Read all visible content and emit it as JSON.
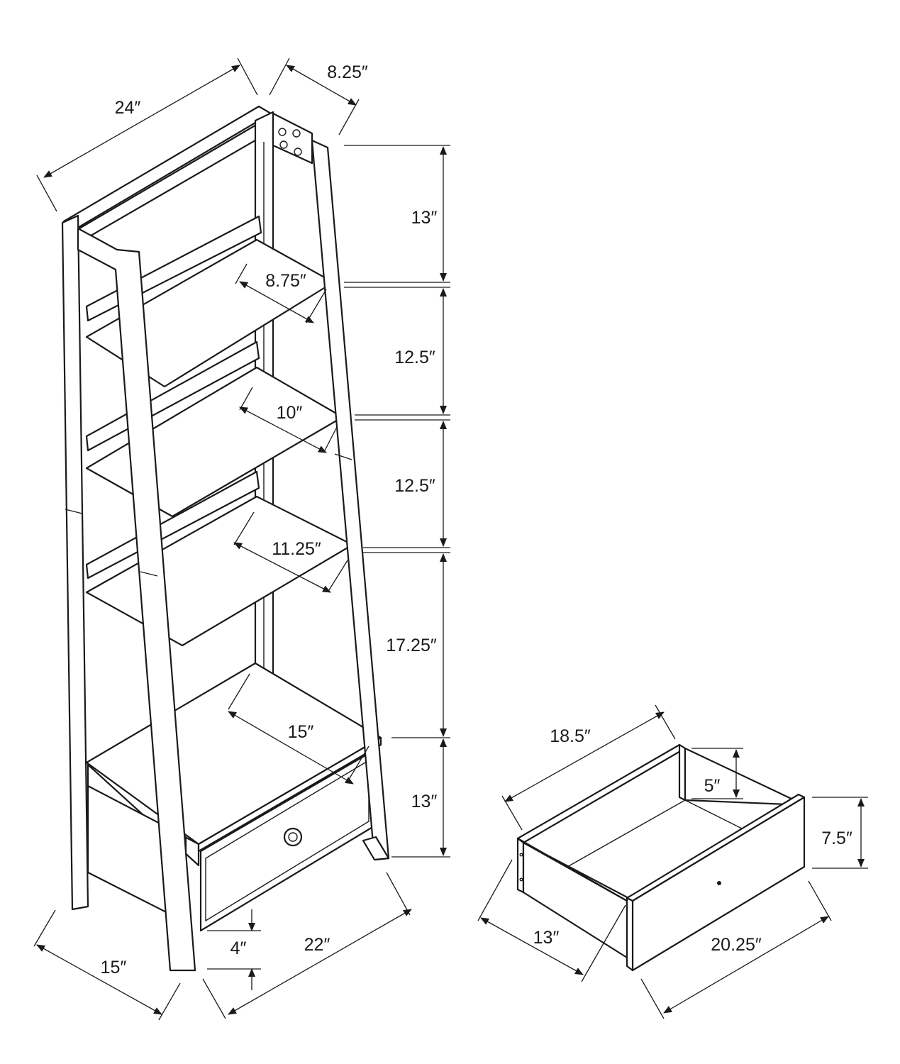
{
  "bookcase": {
    "width": "24″",
    "depth_top": "8.25″",
    "gap_1": "13″",
    "gap_2": "12.5″",
    "gap_3": "12.5″",
    "gap_4": "17.25″",
    "gap_5": "13″",
    "shelf_1_depth": "8.75″",
    "shelf_2_depth": "10″",
    "shelf_3_depth": "11.25″",
    "shelf_4_depth": "15″",
    "base_depth": "15″",
    "base_width": "22″",
    "floor_clearance": "4″"
  },
  "drawer": {
    "length": "18.5″",
    "inner_height": "5″",
    "front_height": "7.5″",
    "depth": "13″",
    "front_width": "20.25″"
  }
}
